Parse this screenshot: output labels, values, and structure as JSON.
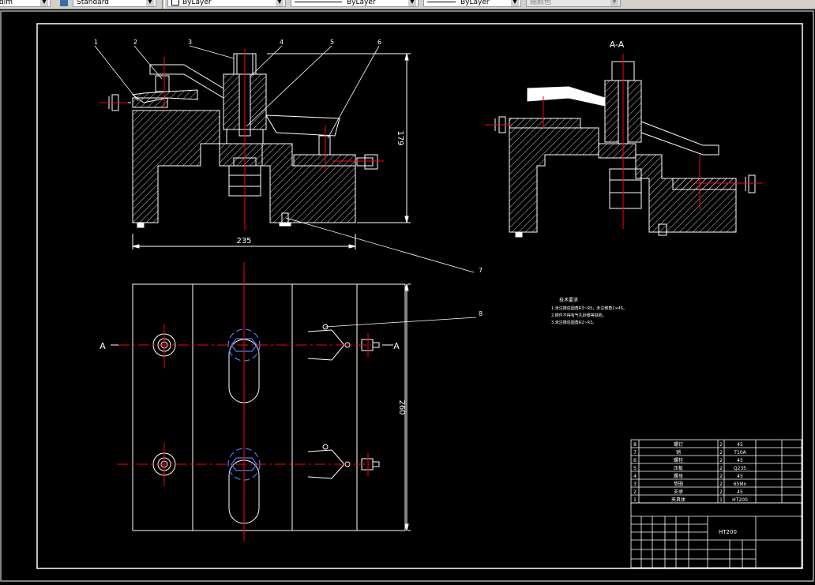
{
  "toolbar": {
    "dimstyle_value": "dim",
    "textstyle_value": "Standard",
    "layer_value": "ByLayer",
    "linetype_value": "ByLayer",
    "lineweight_value": "ByLayer",
    "plotstyle_value": "随颜色"
  },
  "drawing": {
    "section_label": "A-A",
    "dim_height": "179",
    "dim_width": "235",
    "dim_plan_height": "260",
    "section_mark_left": "A",
    "section_mark_right": "A",
    "balloons": [
      "1",
      "2",
      "3",
      "4",
      "5",
      "6",
      "7",
      "8"
    ],
    "notes_title": "技术要求",
    "notes": [
      "1.未注铸造圆角R3~R5，未注倒角1×45。",
      "2.铸件不得有气孔砂眼等缺陷。",
      "3.未注铸造圆角R2~R3。"
    ],
    "material": "HT200"
  },
  "bom": {
    "rows": [
      {
        "no": "8",
        "name": "螺钉",
        "qty": "2",
        "material": "45"
      },
      {
        "no": "7",
        "name": "销",
        "qty": "2",
        "material": "T10A"
      },
      {
        "no": "6",
        "name": "螺栓",
        "qty": "2",
        "material": "45"
      },
      {
        "no": "5",
        "name": "压板",
        "qty": "2",
        "material": "Q235"
      },
      {
        "no": "4",
        "name": "螺母",
        "qty": "2",
        "material": "45"
      },
      {
        "no": "3",
        "name": "垫圈",
        "qty": "2",
        "material": "65Mn"
      },
      {
        "no": "2",
        "name": "支承",
        "qty": "2",
        "material": "45"
      },
      {
        "no": "1",
        "name": "夹具体",
        "qty": "1",
        "material": "HT200"
      }
    ]
  },
  "colors": {
    "background": "#000000",
    "line": "#ffffff",
    "centerline": "#ff0000",
    "hidden": "#4a7fff",
    "toolbar": "#d4d0c8"
  }
}
